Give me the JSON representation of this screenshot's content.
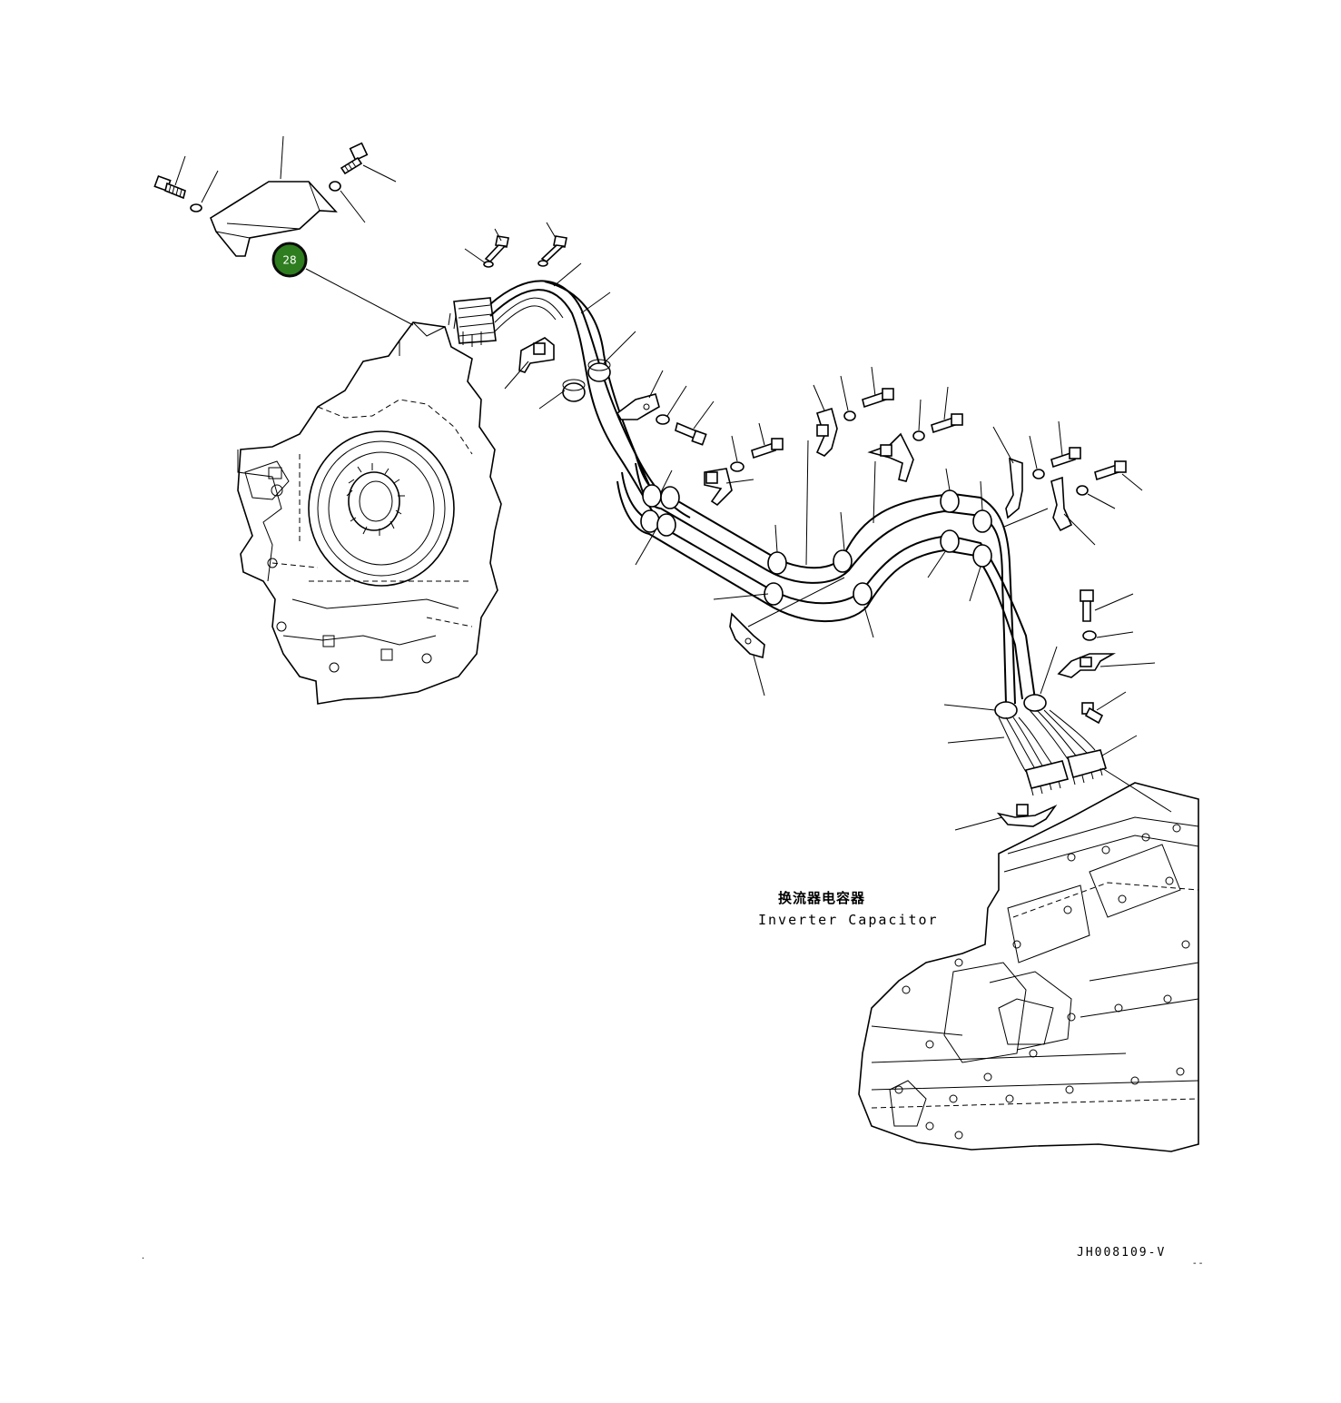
{
  "diagram": {
    "callout": {
      "number": "28",
      "color": "#2e7d1f"
    },
    "label_cn": "换流器电容器",
    "label_en": "Inverter Capacitor",
    "drawing_id": "JH008109-V",
    "corner_mark": "- -",
    "left_mark": "."
  }
}
